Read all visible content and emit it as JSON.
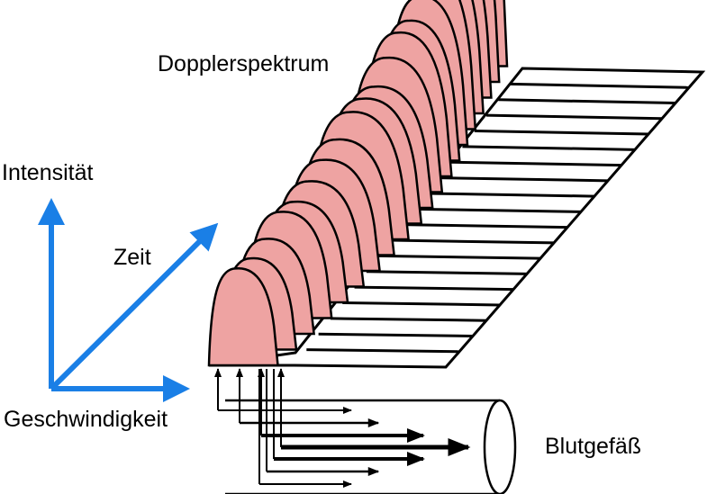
{
  "labels": {
    "doppler_spectrum": "Dopplerspektrum",
    "intensity_axis": "Intensität",
    "time_axis": "Zeit",
    "velocity_axis": "Geschwindigkeit",
    "blood_vessel": "Blutgefäß"
  },
  "colors": {
    "axis_arrow": "#1a7fe6",
    "spectrum_fill": "#eea3a2",
    "outline": "#000000",
    "background": "#ffffff"
  }
}
